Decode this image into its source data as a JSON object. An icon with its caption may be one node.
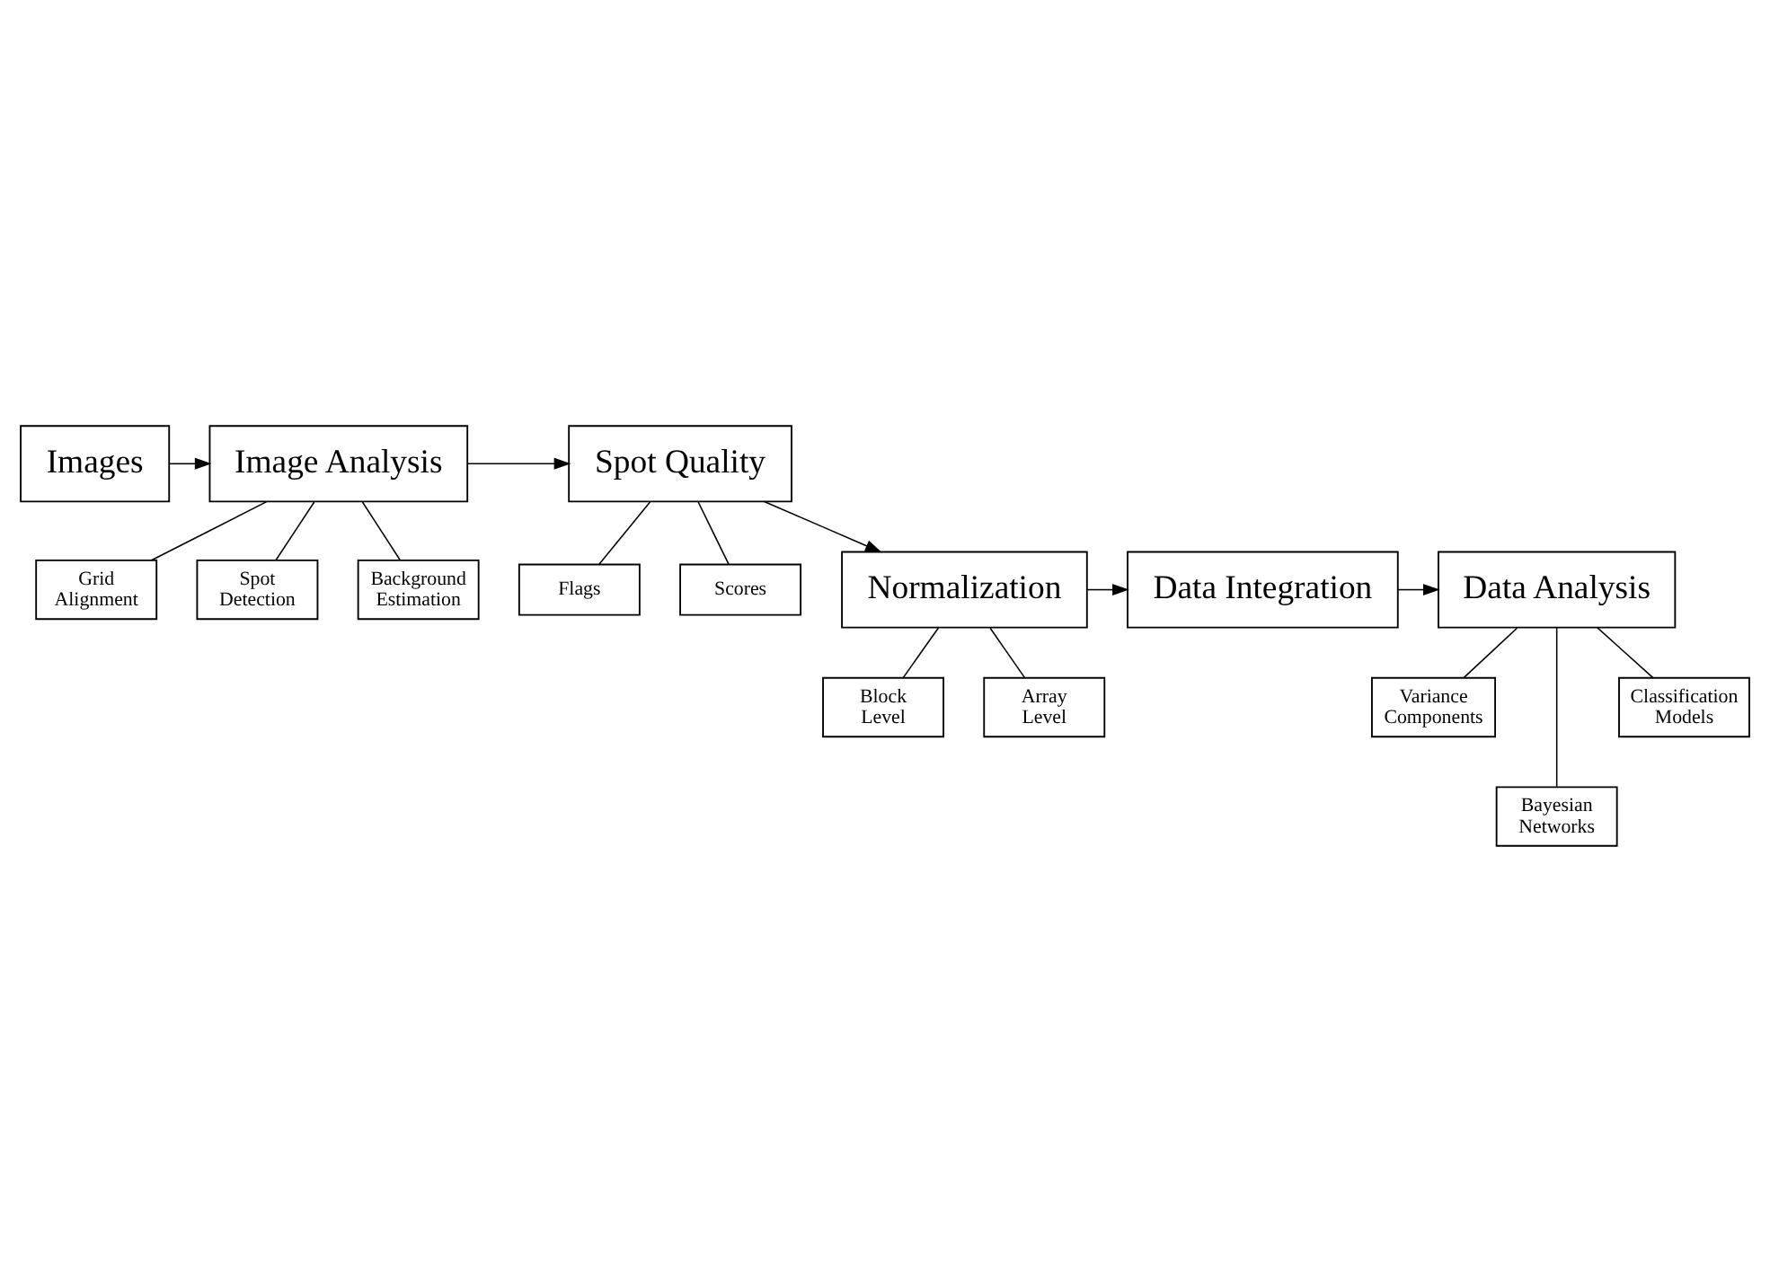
{
  "diagram": {
    "nodes": [
      {
        "text": [
          "Images"
        ]
      },
      {
        "text": [
          "Image Analysis"
        ]
      },
      {
        "text": [
          "Grid Alignment"
        ]
      },
      {
        "text": [
          "Spot Detection"
        ]
      },
      {
        "text": [
          "Background Estimation"
        ]
      },
      {
        "text": [
          "Spot Quality"
        ]
      },
      {
        "text": [
          "Flags"
        ]
      },
      {
        "text": [
          "Scores"
        ]
      },
      {
        "text": [
          "Data Analysis"
        ]
      },
      {
        "text": [
          "Data Integration"
        ]
      },
      {
        "text": [
          "Normalization"
        ]
      },
      {
        "text": [
          "Variance Components"
        ]
      },
      {
        "text": [
          "Bayesian Networks"
        ]
      },
      {
        "text": [
          "Classification Models"
        ]
      },
      {
        "text": [
          "Block Level"
        ]
      },
      {
        "text": [
          "Array Level"
        ]
      }
    ],
    "edges": [
      {
        "from": 0,
        "to": 1,
        "arrow": "to"
      },
      {
        "from": 1,
        "to": 5,
        "arrow": "to"
      },
      {
        "from": 1,
        "to": 2,
        "arrow": "none"
      },
      {
        "from": 1,
        "to": 3,
        "arrow": "none"
      },
      {
        "from": 1,
        "to": 4,
        "arrow": "none"
      },
      {
        "from": 5,
        "to": 6,
        "arrow": "none"
      },
      {
        "from": 5,
        "to": 7,
        "arrow": "none"
      },
      {
        "from": 5,
        "to": 10,
        "arrow": "to"
      },
      {
        "from": 10,
        "to": 9,
        "arrow": "to"
      },
      {
        "from": 9,
        "to": 8,
        "arrow": "to"
      },
      {
        "from": 8,
        "to": 11,
        "arrow": "none"
      },
      {
        "from": 8,
        "to": 12,
        "arrow": "none"
      },
      {
        "from": 8,
        "to": 13,
        "arrow": "none"
      },
      {
        "from": 10,
        "to": 14,
        "arrow": "none"
      },
      {
        "from": 10,
        "to": 15,
        "arrow": "none"
      }
    ]
  }
}
